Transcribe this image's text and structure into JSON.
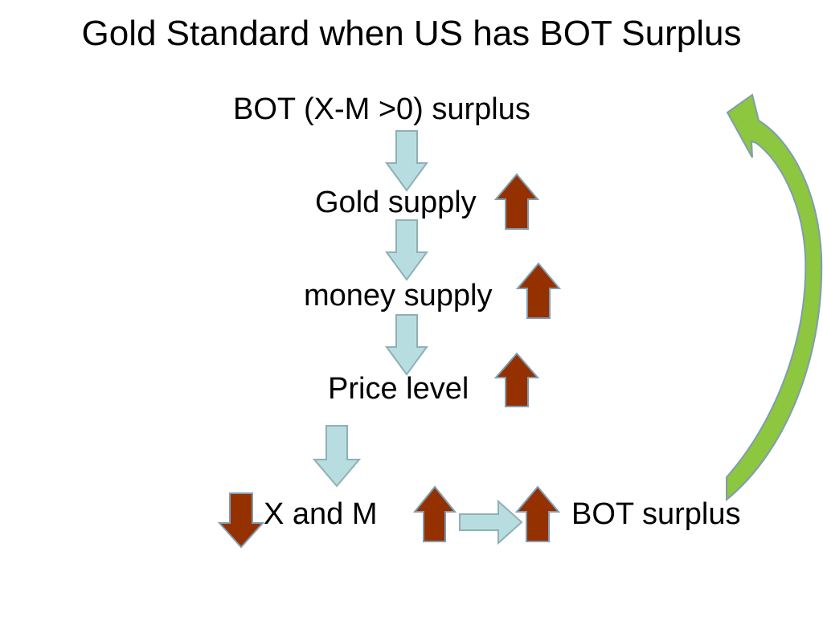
{
  "title": "Gold Standard when US has BOT Surplus",
  "nodes": {
    "bot_surplus_condition": "BOT (X-M >0) surplus",
    "gold_supply": "Gold supply",
    "money_supply": "money supply",
    "price_level": "Price level",
    "x_and_m": "X and  M",
    "bot_surplus_result": "BOT surplus"
  },
  "colors": {
    "flow_arrow": "#b7dde1",
    "flow_arrow_stroke": "#8fb0b5",
    "increase_arrow": "#953100",
    "decrease_arrow": "#953100",
    "arrow_stroke": "#7f9db0",
    "feedback_arrow": "#8dc63f",
    "feedback_arrow_stroke": "#7f9db0"
  },
  "indicators": {
    "gold_supply": "up",
    "money_supply": "up",
    "price_level": "up",
    "exports": "down",
    "imports": "up",
    "bot_surplus_result": "up"
  }
}
